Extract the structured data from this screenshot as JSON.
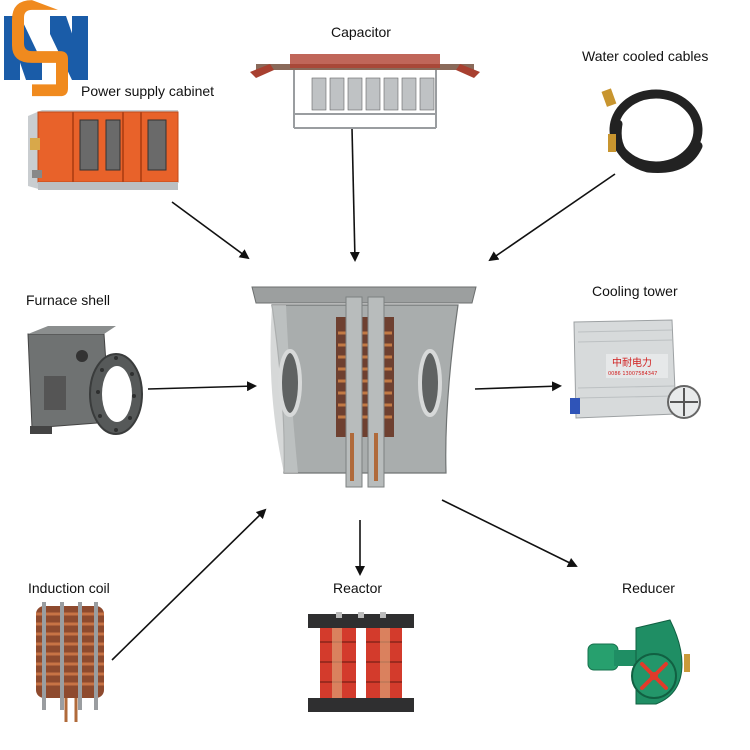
{
  "logo": {
    "text": "NSN",
    "colors": {
      "blue": "#1a5ca8",
      "orange": "#f08a1e"
    }
  },
  "components": {
    "power_supply_cabinet": "Power supply cabinet",
    "capacitor": "Capacitor",
    "water_cooled_cables": "Water cooled cables",
    "furnace_shell": "Furnace shell",
    "cooling_tower": "Cooling tower",
    "induction_coil": "Induction coil",
    "reactor": "Reactor",
    "reducer": "Reducer"
  },
  "cooling_tower_sign": {
    "brand": "中耐电力",
    "phone": "0086 13007584347"
  },
  "colors": {
    "arrow": "#111111",
    "cabinet": "#e8622a",
    "copper": "#b8562e",
    "furnace": "#a9adad",
    "reducer": "#1f8e64"
  }
}
